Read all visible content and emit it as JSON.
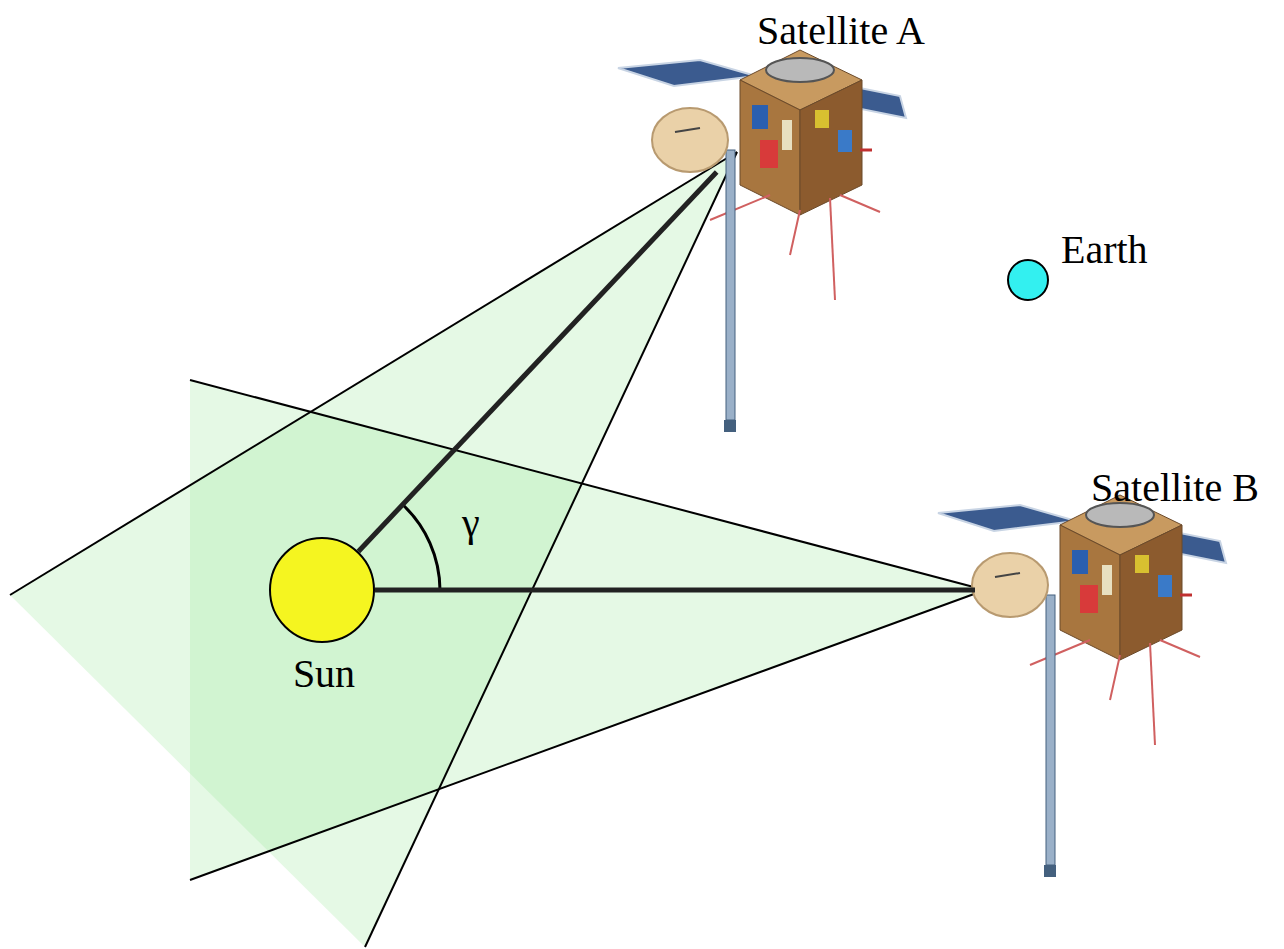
{
  "diagram": {
    "nodes": [
      {
        "text": [
          "Satellite A"
        ]
      },
      {
        "text": [
          "Earth"
        ]
      },
      {
        "text": [
          "Satellite B"
        ]
      },
      {
        "text": [
          "Sun"
        ]
      }
    ],
    "edges": [
      {
        "from": 3,
        "to": 0,
        "arrow": "none"
      },
      {
        "from": 3,
        "to": 2,
        "arrow": "none"
      }
    ],
    "labels": [
      "γ"
    ]
  }
}
